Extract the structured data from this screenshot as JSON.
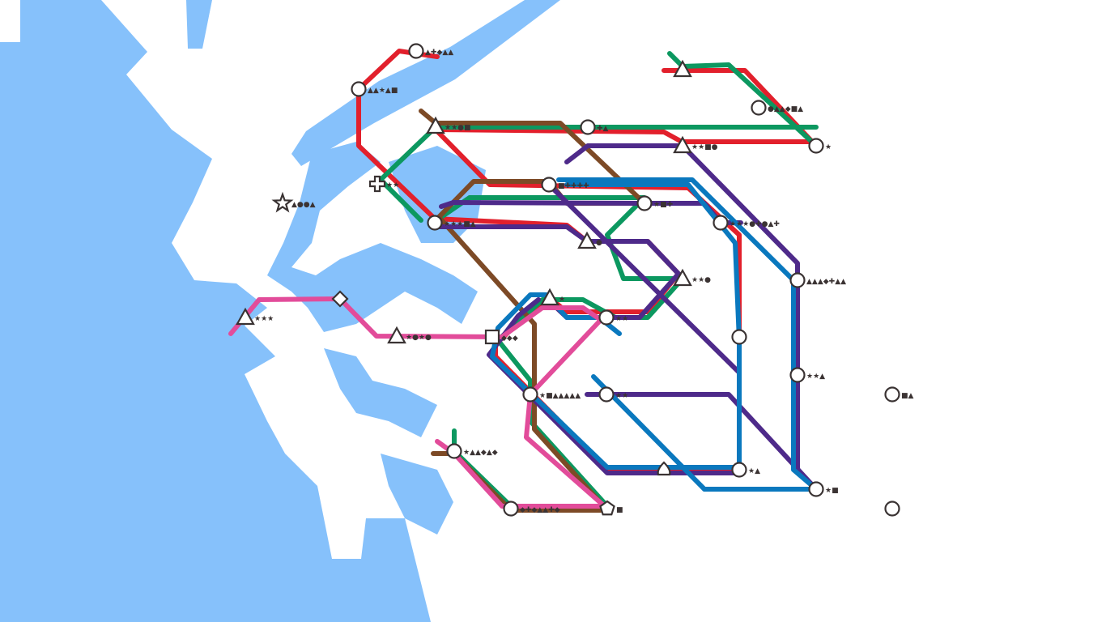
{
  "game": {
    "colors": {
      "water": "#86c1fb",
      "land": "#ffffff",
      "station_stroke": "#3a3333",
      "passenger": "#3b3333"
    },
    "lines": [
      {
        "id": "red",
        "color": "#e2202c"
      },
      {
        "id": "green",
        "color": "#0c9860"
      },
      {
        "id": "brown",
        "color": "#7d4a26"
      },
      {
        "id": "purple",
        "color": "#4e2a8a"
      },
      {
        "id": "blue",
        "color": "#0a78be"
      },
      {
        "id": "pink",
        "color": "#e24c9a"
      }
    ],
    "stations": [
      {
        "shape": "circle",
        "passengers": "▲✚◆▲▲"
      },
      {
        "shape": "circle",
        "passengers": "▲▲★▲■"
      },
      {
        "shape": "triangle",
        "passengers": ""
      },
      {
        "shape": "circle",
        "passengers": "●▲▲◆■▲"
      },
      {
        "shape": "circle",
        "passengers": "★"
      },
      {
        "shape": "triangle",
        "passengers": "★★●■"
      },
      {
        "shape": "circle",
        "passengers": "✚▲"
      },
      {
        "shape": "triangle",
        "passengers": "★★■●"
      },
      {
        "shape": "cross",
        "passengers": "★★"
      },
      {
        "shape": "circle",
        "passengers": "■✚✚✚✚"
      },
      {
        "shape": "circle",
        "passengers": "★■✚"
      },
      {
        "shape": "star",
        "passengers": "▲●●▲"
      },
      {
        "shape": "circle",
        "passengers": "★★★■▲"
      },
      {
        "shape": "circle",
        "passengers": "★★★●✚●▲✚"
      },
      {
        "shape": "triangle",
        "passengers": "●"
      },
      {
        "shape": "triangle",
        "passengers": "★★●"
      },
      {
        "shape": "circle",
        "passengers": "▲▲▲◆✚▲▲"
      },
      {
        "shape": "diamond",
        "passengers": ""
      },
      {
        "shape": "triangle",
        "passengers": "★★★"
      },
      {
        "shape": "triangle",
        "passengers": "★"
      },
      {
        "shape": "circle",
        "passengers": "★★"
      },
      {
        "shape": "triangle",
        "passengers": "★●★●"
      },
      {
        "shape": "square",
        "passengers": "◆◆◆"
      },
      {
        "shape": "circle",
        "passengers": ""
      },
      {
        "shape": "circle",
        "passengers": "★★▲"
      },
      {
        "shape": "circle",
        "passengers": "■▲"
      },
      {
        "shape": "circle",
        "passengers": "★■▲▲▲▲▲"
      },
      {
        "shape": "circle",
        "passengers": "★★"
      },
      {
        "shape": "circle",
        "passengers": "★▲▲◆▲◆"
      },
      {
        "shape": "leaf",
        "passengers": ""
      },
      {
        "shape": "circle",
        "passengers": "★▲"
      },
      {
        "shape": "circle",
        "passengers": "★■"
      },
      {
        "shape": "circle",
        "passengers": "◆✚◆▲▲✚◆"
      },
      {
        "shape": "pentagon",
        "passengers": "■"
      },
      {
        "shape": "circle",
        "passengers": ""
      }
    ]
  }
}
